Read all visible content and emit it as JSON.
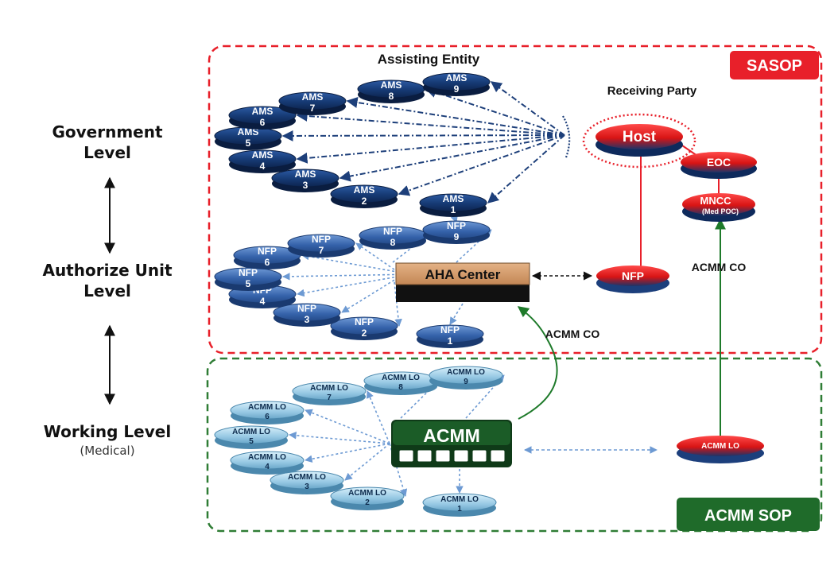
{
  "levels": {
    "government": "Government\nLevel",
    "authorize": "Authorize Unit\nLevel",
    "working": "Working Level",
    "working_sub": "(Medical)"
  },
  "badges": {
    "sasop": "SASOP",
    "acmm_sop": "ACMM SOP"
  },
  "headings": {
    "assisting_entity": "Assisting Entity",
    "receiving_party": "Receiving Party"
  },
  "ams_nodes": [
    {
      "label": "AMS",
      "num": "1"
    },
    {
      "label": "AMS",
      "num": "2"
    },
    {
      "label": "AMS",
      "num": "3"
    },
    {
      "label": "AMS",
      "num": "4"
    },
    {
      "label": "AMS",
      "num": "5"
    },
    {
      "label": "AMS",
      "num": "6"
    },
    {
      "label": "AMS",
      "num": "7"
    },
    {
      "label": "AMS",
      "num": "8"
    },
    {
      "label": "AMS",
      "num": "9"
    }
  ],
  "nfp_nodes": [
    {
      "label": "NFP",
      "num": "1"
    },
    {
      "label": "NFP",
      "num": "2"
    },
    {
      "label": "NFP",
      "num": "3"
    },
    {
      "label": "NFP",
      "num": "4"
    },
    {
      "label": "NFP",
      "num": "5"
    },
    {
      "label": "NFP",
      "num": "6"
    },
    {
      "label": "NFP",
      "num": "7"
    },
    {
      "label": "NFP",
      "num": "8"
    },
    {
      "label": "NFP",
      "num": "9"
    }
  ],
  "lo_nodes": [
    {
      "label": "ACMM LO",
      "num": "1"
    },
    {
      "label": "ACMM LO",
      "num": "2"
    },
    {
      "label": "ACMM LO",
      "num": "3"
    },
    {
      "label": "ACMM LO",
      "num": "4"
    },
    {
      "label": "ACMM LO",
      "num": "5"
    },
    {
      "label": "ACMM LO",
      "num": "6"
    },
    {
      "label": "ACMM LO",
      "num": "7"
    },
    {
      "label": "ACMM LO",
      "num": "8"
    },
    {
      "label": "ACMM LO",
      "num": "9"
    }
  ],
  "receiving": {
    "host": "Host",
    "eoc": "EOC",
    "mncc": "MNCC",
    "mncc_sub": "(Med POC)",
    "nfp": "NFP",
    "acmm_lo": "ACMM LO"
  },
  "centers": {
    "aha": "AHA Center",
    "acmm": "ACMM"
  },
  "connector_labels": {
    "acmm_co_right": "ACMM CO",
    "acmm_co_mid": "ACMM CO"
  },
  "colors": {
    "sasop_red": "#e8202a",
    "sop_green": "#1f6b2a",
    "ams_blue": "#1a3d78",
    "nfp_blue": "#2f5ea8",
    "lo_blue": "#a9d3ea",
    "aha_orange": "#d9a070",
    "link_red": "#e8202a",
    "link_green": "#1e7a2a"
  }
}
